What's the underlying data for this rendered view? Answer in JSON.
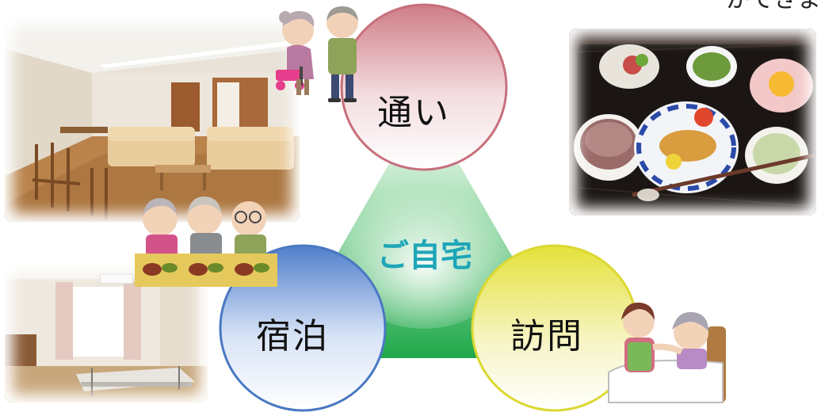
{
  "top_text": "かできます",
  "circles": {
    "top": {
      "label": "通い",
      "color": "#d28a92"
    },
    "left": {
      "label": "宿泊",
      "color": "#5d87cc"
    },
    "right": {
      "label": "訪問",
      "color": "#e9e645"
    }
  },
  "center": {
    "label": "ご自宅",
    "color": "#1fa6b8"
  },
  "triangle_color": "#1fa84a",
  "icons": {
    "lounge_photo": "lounge-photo",
    "meal_photo": "meal-photo",
    "bedroom_photo": "bedroom-photo",
    "elderly_walkers": "elderly-couple-walking-icon",
    "elderly_eating": "elderly-eating-icon",
    "caregiver": "caregiver-bed-icon"
  }
}
